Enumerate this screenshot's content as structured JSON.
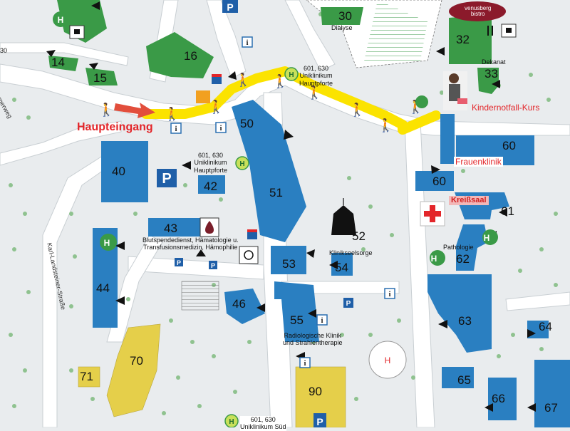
{
  "buildings": [
    {
      "id": "b14",
      "label": "14"
    },
    {
      "id": "b15",
      "label": "15"
    },
    {
      "id": "b16",
      "label": "16"
    },
    {
      "id": "b30",
      "label": "30"
    },
    {
      "id": "b32",
      "label": "32"
    },
    {
      "id": "b33",
      "label": "33"
    },
    {
      "id": "b40",
      "label": "40"
    },
    {
      "id": "b42",
      "label": "42"
    },
    {
      "id": "b43",
      "label": "43"
    },
    {
      "id": "b44",
      "label": "44"
    },
    {
      "id": "b46",
      "label": "46"
    },
    {
      "id": "b50",
      "label": "50"
    },
    {
      "id": "b51",
      "label": "51"
    },
    {
      "id": "b52",
      "label": "52"
    },
    {
      "id": "b53",
      "label": "53"
    },
    {
      "id": "b54",
      "label": "54"
    },
    {
      "id": "b55",
      "label": "55"
    },
    {
      "id": "b60a",
      "label": "60"
    },
    {
      "id": "b60b",
      "label": "60"
    },
    {
      "id": "b61",
      "label": "61"
    },
    {
      "id": "b62",
      "label": "62"
    },
    {
      "id": "b63",
      "label": "63"
    },
    {
      "id": "b64",
      "label": "64"
    },
    {
      "id": "b65",
      "label": "65"
    },
    {
      "id": "b66",
      "label": "66"
    },
    {
      "id": "b67",
      "label": "67"
    },
    {
      "id": "b70",
      "label": "70"
    },
    {
      "id": "b71",
      "label": "71"
    },
    {
      "id": "b90",
      "label": "90"
    }
  ],
  "labels": {
    "main_entrance": "Haupteingang",
    "dialyse": "Dialyse",
    "dekanat": "Dekanat",
    "kindernotfall": "Kindernotfall-Kurs",
    "frauenklinik": "Frauenklinik",
    "kreisssaal": "Kreißsaal",
    "pathologie": "Pathologie",
    "klinikseelsorge": "Klinikseelsorge",
    "blutspende": "Blutspendedienst, Hämatologie u.\nTransfusionsmedizin, Hämophilie",
    "radiologie": "Radiologische Klinik\nund Strahlentherapie",
    "venusberg": "venusberg\nbistro",
    "street_karl": "Karl-Landsteiner-Straße",
    "street_partial": "rnerweg",
    "edge_30": "30",
    "bus_hauptpforte_top": "601, 630\nUniklinikum\nHauptpforte",
    "bus_hauptpforte_mid": "601, 630\nUniklinikum\nHauptpforte",
    "bus_sued": "601, 630\nUniklinikum Süd"
  },
  "icons": {
    "parking": "P",
    "info": "i",
    "helipad": "H",
    "bus_stop": "H"
  },
  "colors": {
    "building_blue": "#2a7fc1",
    "building_green": "#3a9a47",
    "building_yellow": "#e5cf4a",
    "route_yellow": "#fbe300",
    "street_white": "#ffffff",
    "background": "#e9ecee",
    "red_text": "#e3262a"
  }
}
